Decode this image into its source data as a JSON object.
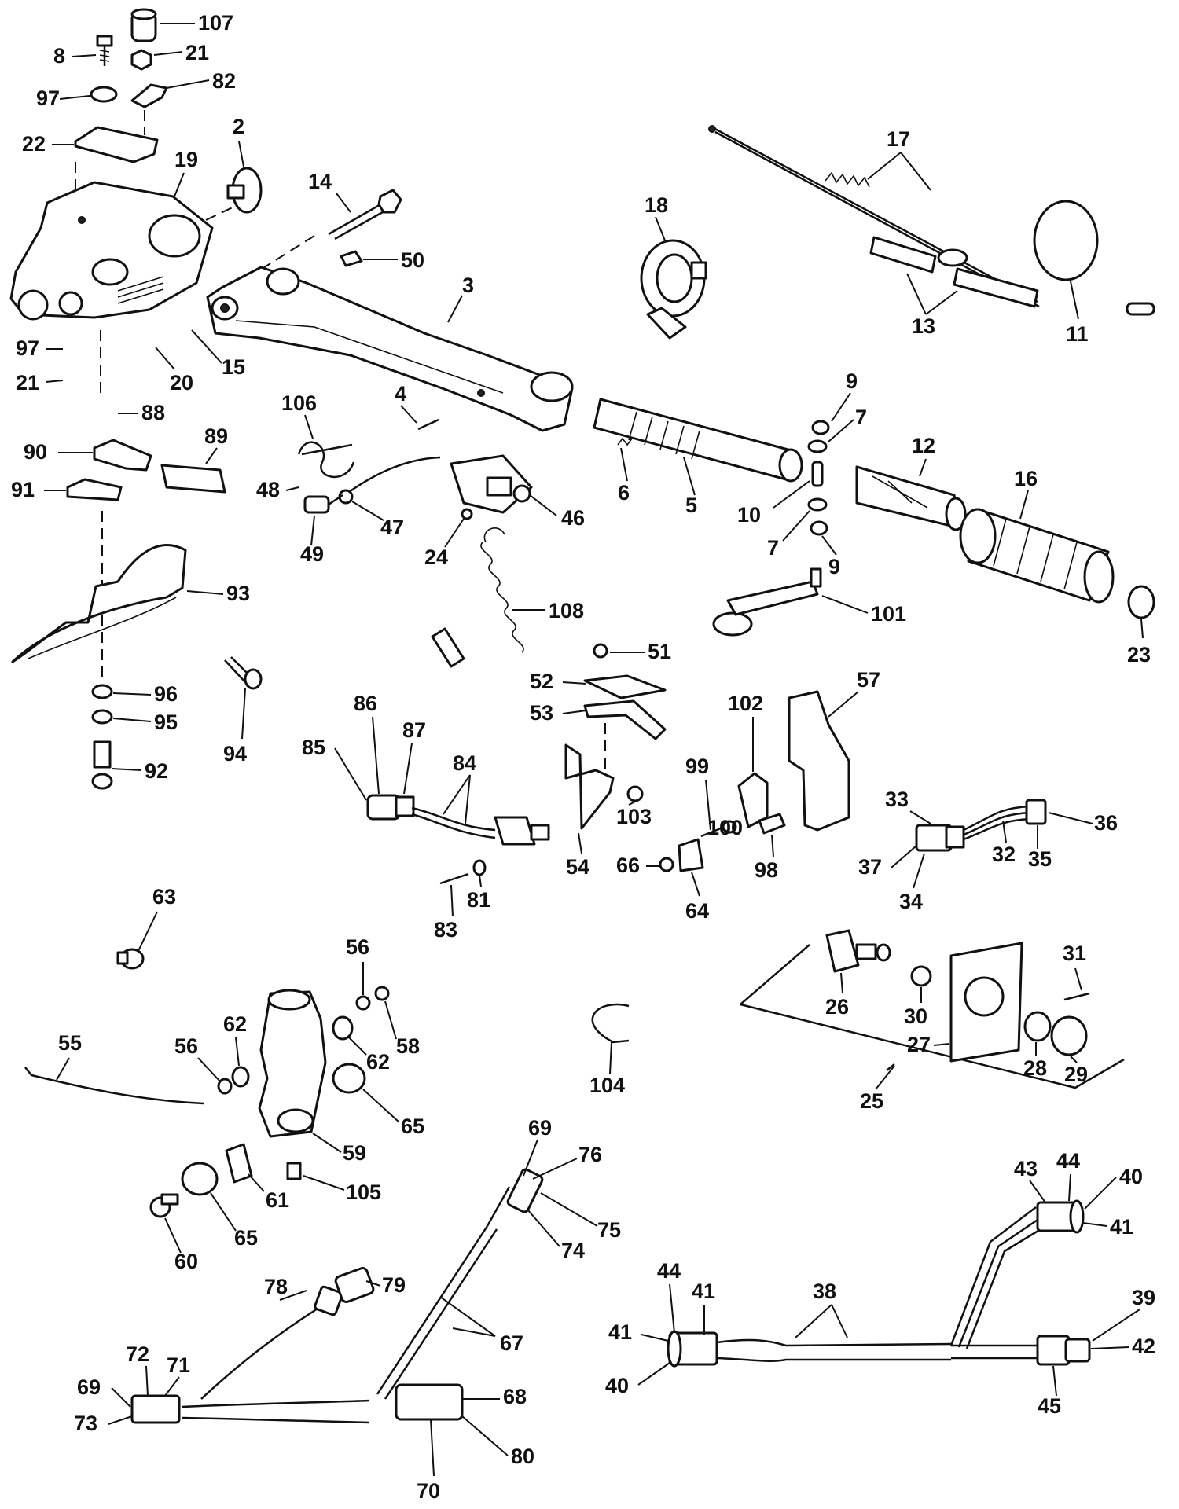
{
  "diagram": {
    "callouts": [
      {
        "id": "c107",
        "text": "107"
      },
      {
        "id": "c8",
        "text": "8"
      },
      {
        "id": "c21a",
        "text": "21"
      },
      {
        "id": "c97a",
        "text": "97"
      },
      {
        "id": "c82",
        "text": "82"
      },
      {
        "id": "c22",
        "text": "22"
      },
      {
        "id": "c19",
        "text": "19"
      },
      {
        "id": "c2",
        "text": "2"
      },
      {
        "id": "c14",
        "text": "14"
      },
      {
        "id": "c50",
        "text": "50"
      },
      {
        "id": "c3",
        "text": "3"
      },
      {
        "id": "c18",
        "text": "18"
      },
      {
        "id": "c17",
        "text": "17"
      },
      {
        "id": "c13",
        "text": "13"
      },
      {
        "id": "c11",
        "text": "11"
      },
      {
        "id": "c97b",
        "text": "97"
      },
      {
        "id": "c21b",
        "text": "21"
      },
      {
        "id": "c20",
        "text": "20"
      },
      {
        "id": "c15",
        "text": "15"
      },
      {
        "id": "c88",
        "text": "88"
      },
      {
        "id": "c4",
        "text": "4"
      },
      {
        "id": "c106",
        "text": "106"
      },
      {
        "id": "c9a",
        "text": "9"
      },
      {
        "id": "c7a",
        "text": "7"
      },
      {
        "id": "c12",
        "text": "12"
      },
      {
        "id": "c16",
        "text": "16"
      },
      {
        "id": "c90",
        "text": "90"
      },
      {
        "id": "c89",
        "text": "89"
      },
      {
        "id": "c91",
        "text": "91"
      },
      {
        "id": "c48",
        "text": "48"
      },
      {
        "id": "c47",
        "text": "47"
      },
      {
        "id": "c49",
        "text": "49"
      },
      {
        "id": "c24",
        "text": "24"
      },
      {
        "id": "c46",
        "text": "46"
      },
      {
        "id": "c6",
        "text": "6"
      },
      {
        "id": "c5",
        "text": "5"
      },
      {
        "id": "c10",
        "text": "10"
      },
      {
        "id": "c7b",
        "text": "7"
      },
      {
        "id": "c9b",
        "text": "9"
      },
      {
        "id": "c93",
        "text": "93"
      },
      {
        "id": "c108",
        "text": "108"
      },
      {
        "id": "c101",
        "text": "101"
      },
      {
        "id": "c23",
        "text": "23"
      },
      {
        "id": "c51",
        "text": "51"
      },
      {
        "id": "c52",
        "text": "52"
      },
      {
        "id": "c53",
        "text": "53"
      },
      {
        "id": "c96",
        "text": "96"
      },
      {
        "id": "c95",
        "text": "95"
      },
      {
        "id": "c92",
        "text": "92"
      },
      {
        "id": "c94",
        "text": "94"
      },
      {
        "id": "c86",
        "text": "86"
      },
      {
        "id": "c87",
        "text": "87"
      },
      {
        "id": "c85",
        "text": "85"
      },
      {
        "id": "c84",
        "text": "84"
      },
      {
        "id": "c102",
        "text": "102"
      },
      {
        "id": "c57",
        "text": "57"
      },
      {
        "id": "c99",
        "text": "99"
      },
      {
        "id": "c103",
        "text": "103"
      },
      {
        "id": "c100",
        "text": "100"
      },
      {
        "id": "c33",
        "text": "33"
      },
      {
        "id": "c36",
        "text": "36"
      },
      {
        "id": "c32",
        "text": "32"
      },
      {
        "id": "c35",
        "text": "35"
      },
      {
        "id": "c37",
        "text": "37"
      },
      {
        "id": "c34",
        "text": "34"
      },
      {
        "id": "c54",
        "text": "54"
      },
      {
        "id": "c66",
        "text": "66"
      },
      {
        "id": "c98",
        "text": "98"
      },
      {
        "id": "c64",
        "text": "64"
      },
      {
        "id": "c83",
        "text": "83"
      },
      {
        "id": "c81",
        "text": "81"
      },
      {
        "id": "c63",
        "text": "63"
      },
      {
        "id": "c56a",
        "text": "56"
      },
      {
        "id": "c31",
        "text": "31"
      },
      {
        "id": "c26",
        "text": "26"
      },
      {
        "id": "c30",
        "text": "30"
      },
      {
        "id": "c27",
        "text": "27"
      },
      {
        "id": "c28",
        "text": "28"
      },
      {
        "id": "c29",
        "text": "29"
      },
      {
        "id": "c25",
        "text": "25"
      },
      {
        "id": "c62a",
        "text": "62"
      },
      {
        "id": "c62b",
        "text": "62"
      },
      {
        "id": "c58",
        "text": "58"
      },
      {
        "id": "c55",
        "text": "55"
      },
      {
        "id": "c56b",
        "text": "56"
      },
      {
        "id": "c104",
        "text": "104"
      },
      {
        "id": "c65a",
        "text": "65"
      },
      {
        "id": "c59",
        "text": "59"
      },
      {
        "id": "c69a",
        "text": "69"
      },
      {
        "id": "c76",
        "text": "76"
      },
      {
        "id": "c75",
        "text": "75"
      },
      {
        "id": "c74",
        "text": "74"
      },
      {
        "id": "c105",
        "text": "105"
      },
      {
        "id": "c61",
        "text": "61"
      },
      {
        "id": "c65b",
        "text": "65"
      },
      {
        "id": "c60",
        "text": "60"
      },
      {
        "id": "c43",
        "text": "43"
      },
      {
        "id": "c44a",
        "text": "44"
      },
      {
        "id": "c40a",
        "text": "40"
      },
      {
        "id": "c41a",
        "text": "41"
      },
      {
        "id": "c78",
        "text": "78"
      },
      {
        "id": "c79",
        "text": "79"
      },
      {
        "id": "c67",
        "text": "67"
      },
      {
        "id": "c44b",
        "text": "44"
      },
      {
        "id": "c41b",
        "text": "41"
      },
      {
        "id": "c38",
        "text": "38"
      },
      {
        "id": "c39",
        "text": "39"
      },
      {
        "id": "c41c",
        "text": "41"
      },
      {
        "id": "c42",
        "text": "42"
      },
      {
        "id": "c40b",
        "text": "40"
      },
      {
        "id": "c45",
        "text": "45"
      },
      {
        "id": "c72",
        "text": "72"
      },
      {
        "id": "c71",
        "text": "71"
      },
      {
        "id": "c69b",
        "text": "69"
      },
      {
        "id": "c68",
        "text": "68"
      },
      {
        "id": "c73",
        "text": "73"
      },
      {
        "id": "c80",
        "text": "80"
      },
      {
        "id": "c70",
        "text": "70"
      }
    ]
  }
}
